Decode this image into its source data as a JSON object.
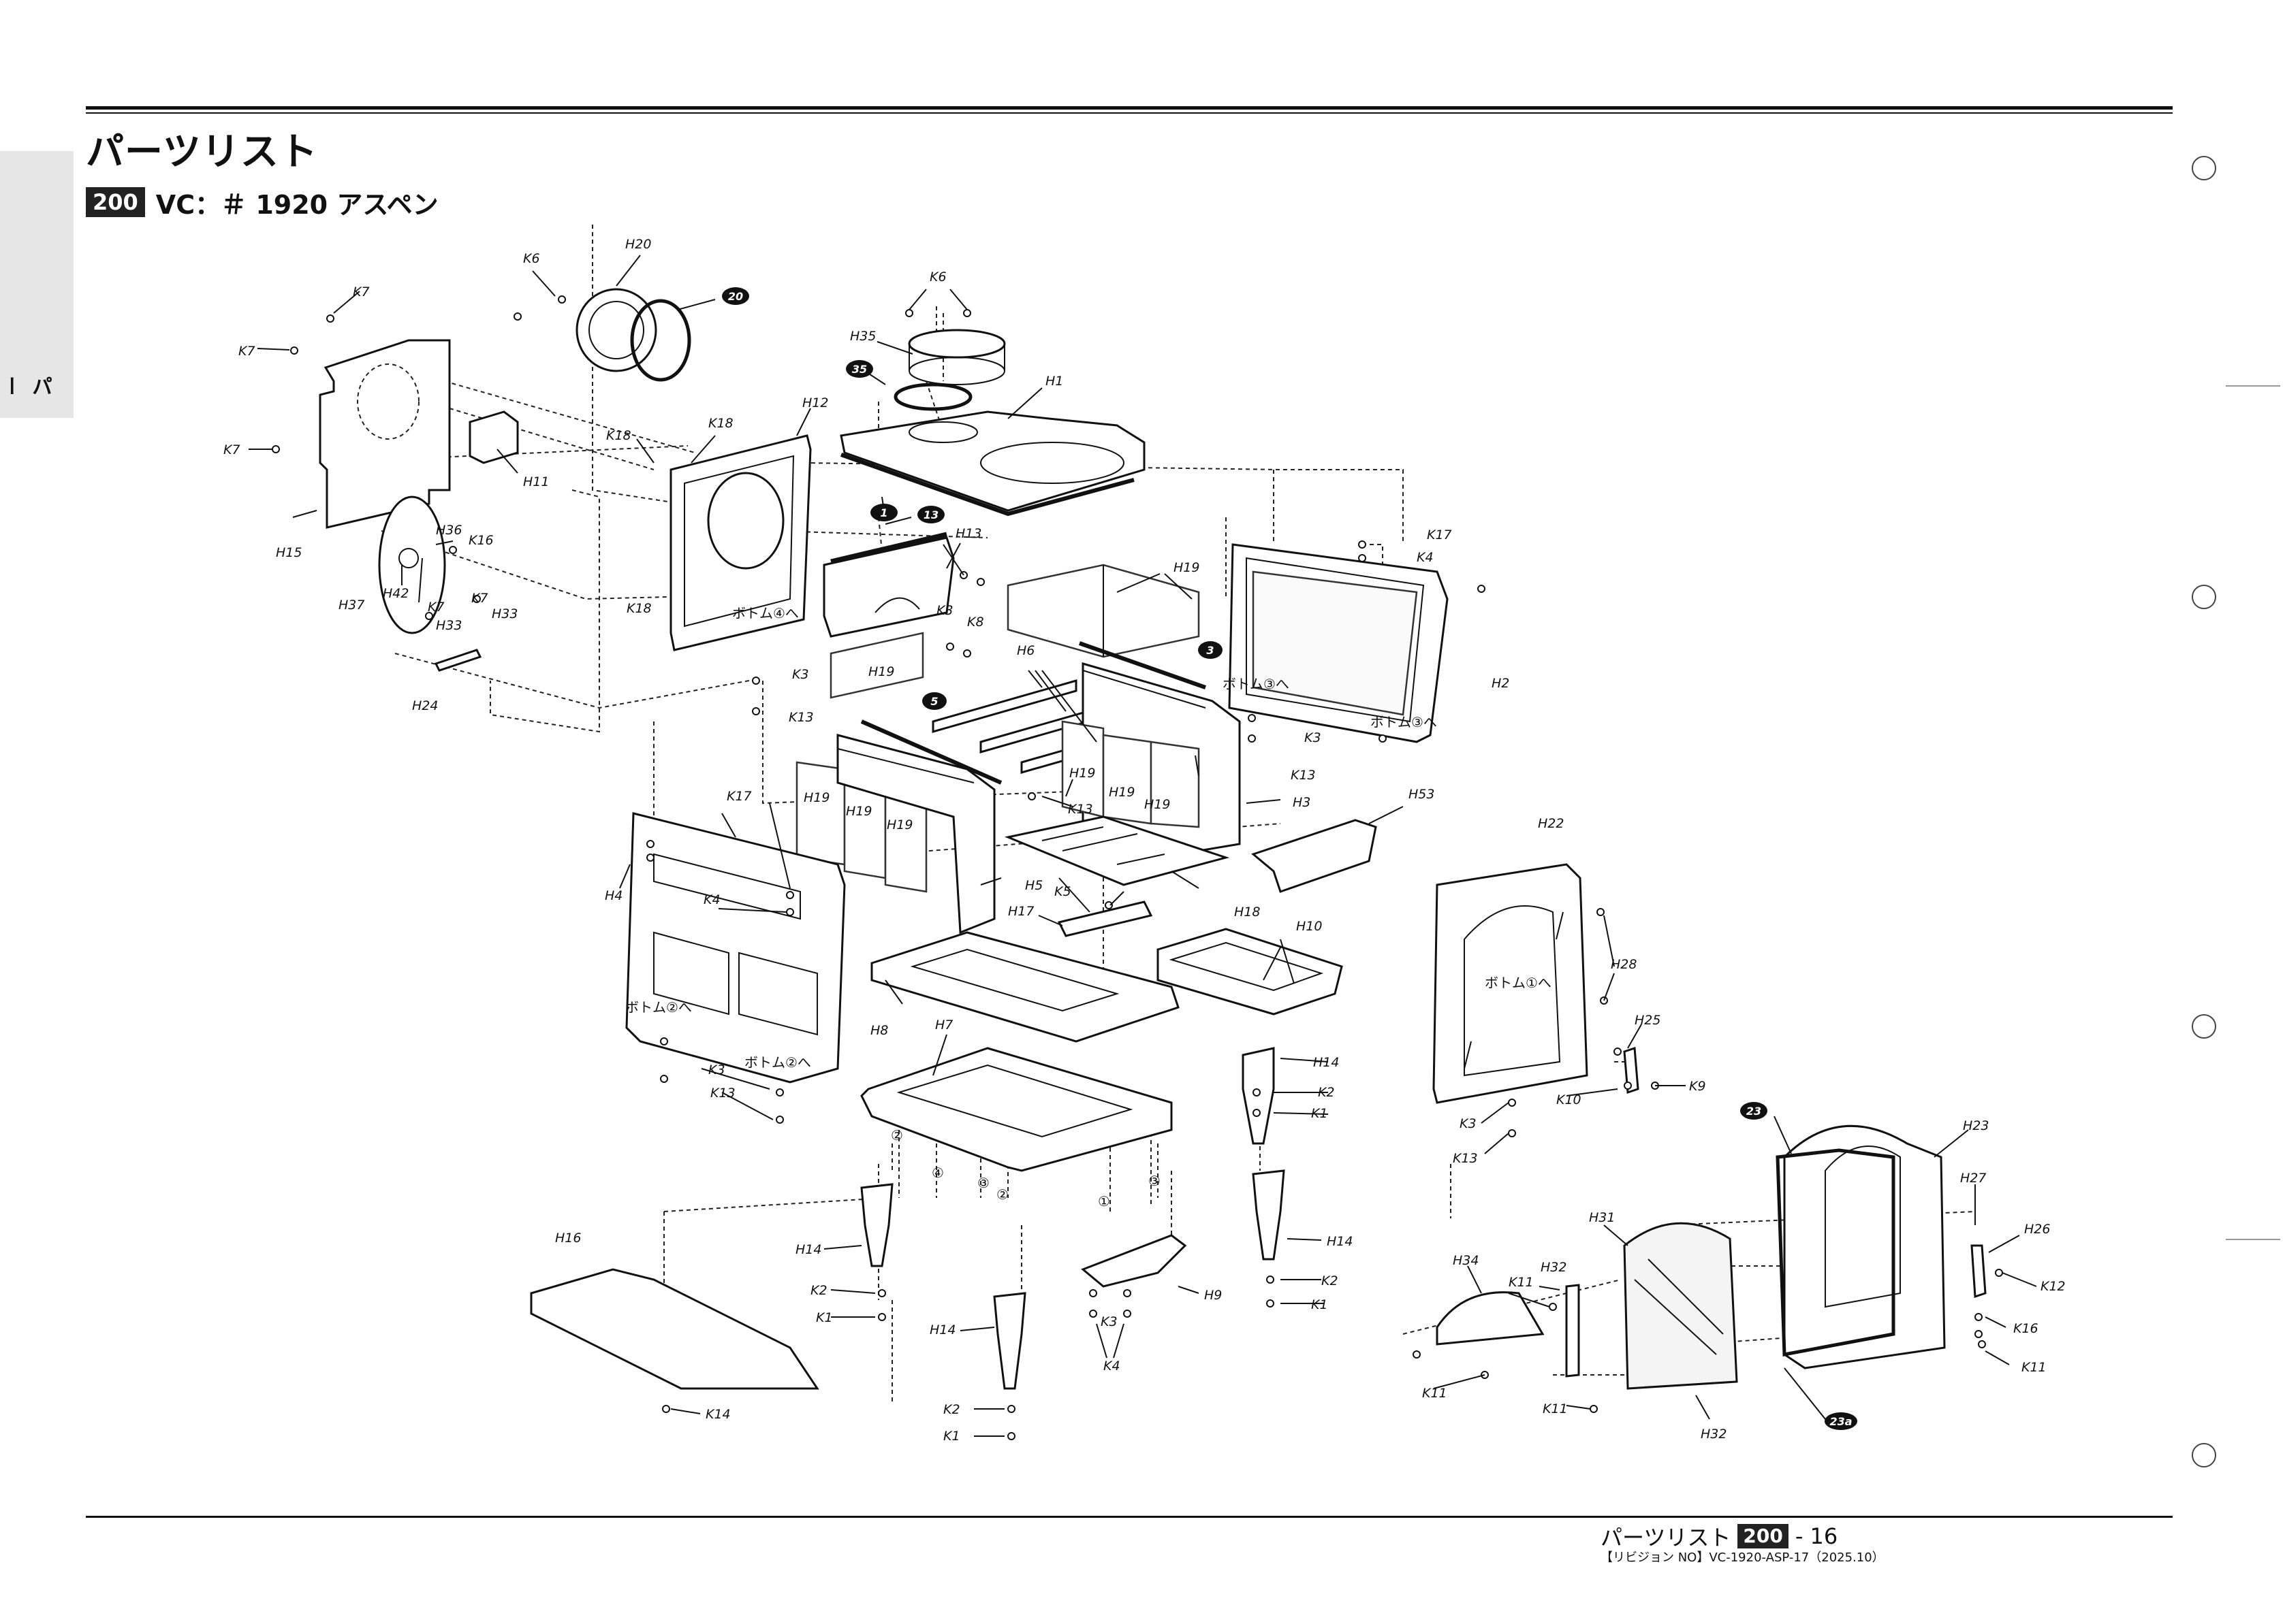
{
  "header": {
    "title": "パーツリスト",
    "badge": "200",
    "model": "VC：＃ 1920 アスペン",
    "side_tab": "パーツリスト"
  },
  "footer": {
    "title": "パーツリスト",
    "badge": "200",
    "page": "- 16",
    "revision": "【リビジョン NO】VC-1920-ASP-17（2025.10）"
  },
  "diagram": {
    "bubbles": {
      "b20": "20",
      "b35": "35",
      "b1": "1",
      "b13": "13",
      "b3": "3",
      "b5": "5",
      "b23": "23",
      "b23a": "23a"
    },
    "labels": {
      "K7a": "K7",
      "K7b": "K7",
      "K7c": "K7",
      "K7d": "K7",
      "K7e": "K7",
      "K6a": "K6",
      "K6b": "K6",
      "H20": "H20",
      "H35": "H35",
      "H1": "H1",
      "H12": "H12",
      "K18a": "K18",
      "K18b": "K18",
      "K18c": "K18",
      "H11": "H11",
      "H15": "H15",
      "H36": "H36",
      "K16a": "K16",
      "H37": "H37",
      "H42": "H42",
      "H33a": "H33",
      "H33b": "H33",
      "H24": "H24",
      "H13": "H13",
      "K3a": "K3",
      "K8": "K8",
      "H19a": "H19",
      "K3b": "K3",
      "K13a": "K13",
      "H19b": "H19",
      "K17a": "K17",
      "K4a": "K4",
      "H2": "H2",
      "H6": "H6",
      "K3c": "K3",
      "K13b": "K13",
      "H19c": "H19",
      "H19d": "H19",
      "H19e": "H19",
      "H19f": "H19",
      "H19g": "H19",
      "H19h": "H19",
      "K13c": "K13",
      "H3": "H3",
      "H53": "H53",
      "K17b": "K17",
      "H4": "H4",
      "K4b": "K4",
      "H5": "H5",
      "K5": "K5",
      "H17": "H17",
      "H18": "H18",
      "H10": "H10",
      "H8": "H8",
      "H7": "H7",
      "K3d": "K3",
      "K13d": "K13",
      "H14a": "H14",
      "K2a": "K2",
      "K1a": "K1",
      "H22": "H22",
      "H28": "H28",
      "H25": "H25",
      "K9": "K9",
      "K10": "K10",
      "K3e": "K3",
      "K13e": "K13",
      "H16": "H16",
      "H14b": "H14",
      "K2b": "K2",
      "K1b": "K1",
      "H14c": "H14",
      "K2c": "K2",
      "K1c": "K1",
      "H9": "H9",
      "K3f": "K3",
      "K4c": "K4",
      "H14d": "H14",
      "K2d": "K2",
      "K1d": "K1",
      "K14": "K14",
      "H23": "H23",
      "H27": "H27",
      "H26": "H26",
      "K12": "K12",
      "K16b": "K16",
      "K11a": "K11",
      "H31": "H31",
      "H34": "H34",
      "H32a": "H32",
      "H32b": "H32",
      "K11b": "K11",
      "K11c": "K11",
      "K11d": "K11"
    },
    "circled": {
      "c2a": "②",
      "c4": "④",
      "c3a": "③",
      "c2b": "②",
      "c1": "①",
      "c3b": "③"
    },
    "jp": {
      "bottom4": "ボトム④へ",
      "bottom3a": "ボトム③へ",
      "bottom3b": "ボトム③へ",
      "bottom2a": "ボトム②へ",
      "bottom2b": "ボトム②へ",
      "bottom1": "ボトム①へ"
    }
  }
}
